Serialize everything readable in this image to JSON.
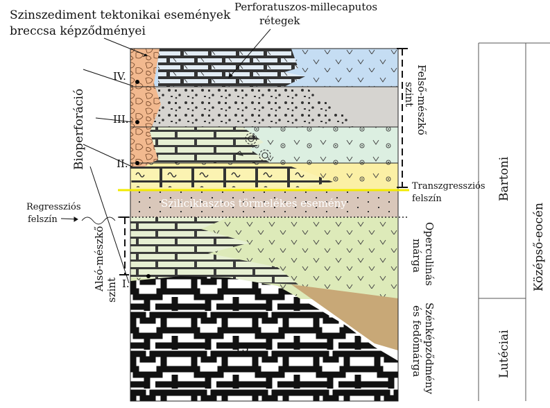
{
  "labels": {
    "breccia": [
      "Szinszediment tektonikai események",
      "breccsa képződményei"
    ],
    "perforatus": [
      "Perforatuszos-millecaputos",
      "rétegek"
    ],
    "bioperforacio": "Bioperforáció",
    "roman_iv": "IV.",
    "roman_iii": "III.",
    "roman_ii": "II.",
    "roman_i": "I.",
    "regressziós": [
      "Regressziós",
      "felszín"
    ],
    "also_meszko": [
      "Alsó-mészkő",
      "szint"
    ],
    "sziliciklasztos": "Sziliciklasztos törmelékes esemény",
    "transzgresszios": [
      "Transzgressziós",
      "felszín"
    ],
    "felso_meszko": [
      "Felső-mészkő",
      "szint"
    ],
    "operculinas": [
      "Operculinás",
      "márga"
    ],
    "szenkepzodmeny": [
      "Szénképződmény",
      "és fedőmárga"
    ],
    "t3": "T3",
    "bartoni": "Bartoni",
    "luteciai": "Lutéciai",
    "kozepso_eocen": "Középső-eocén"
  },
  "colors": {
    "blue_layer": "#c5ddf3",
    "grey_layer": "#d6d4d0",
    "mint_layer": "#dcefe1",
    "yellow_layer": "#fbf0a5",
    "tan_layer": "#d9c7ba",
    "green_layer": "#ddeab9",
    "breccia": "#f2b98f",
    "coal": "#c8a877",
    "transgression_line": "#f2ea00"
  }
}
